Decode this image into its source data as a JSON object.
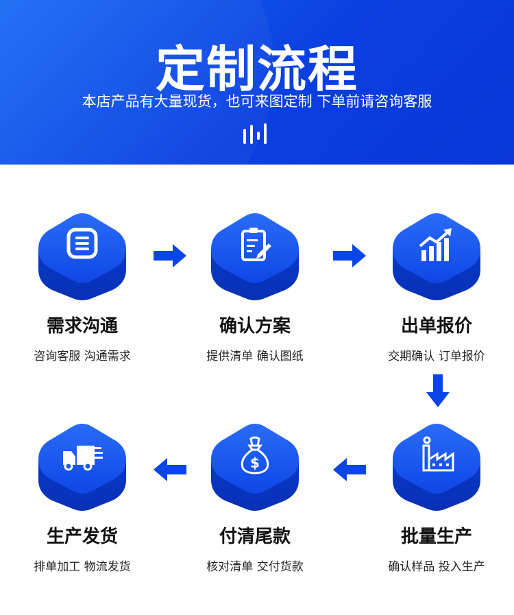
{
  "header": {
    "title": "定制流程",
    "subtitle": "本店产品有大量现货，也可来图定制 下单前请咨询客服"
  },
  "steps": [
    {
      "title": "需求沟通",
      "desc": "咨询客服 沟通需求",
      "icon": "document-lines-icon"
    },
    {
      "title": "确认方案",
      "desc": "提供清单 确认图纸",
      "icon": "clipboard-pen-icon"
    },
    {
      "title": "出单报价",
      "desc": "交期确认 订单报价",
      "icon": "bar-chart-up-icon"
    },
    {
      "title": "批量生产",
      "desc": "确认样品 投入生产",
      "icon": "factory-icon"
    },
    {
      "title": "付清尾款",
      "desc": "核对清单 交付货款",
      "icon": "money-bag-icon"
    },
    {
      "title": "生产发货",
      "desc": "排单加工 物流发货",
      "icon": "delivery-truck-icon"
    }
  ],
  "colors": {
    "accent": "#0a45e8",
    "tile_top": "#1d5cf2",
    "tile_side": "#0a3ad0"
  }
}
